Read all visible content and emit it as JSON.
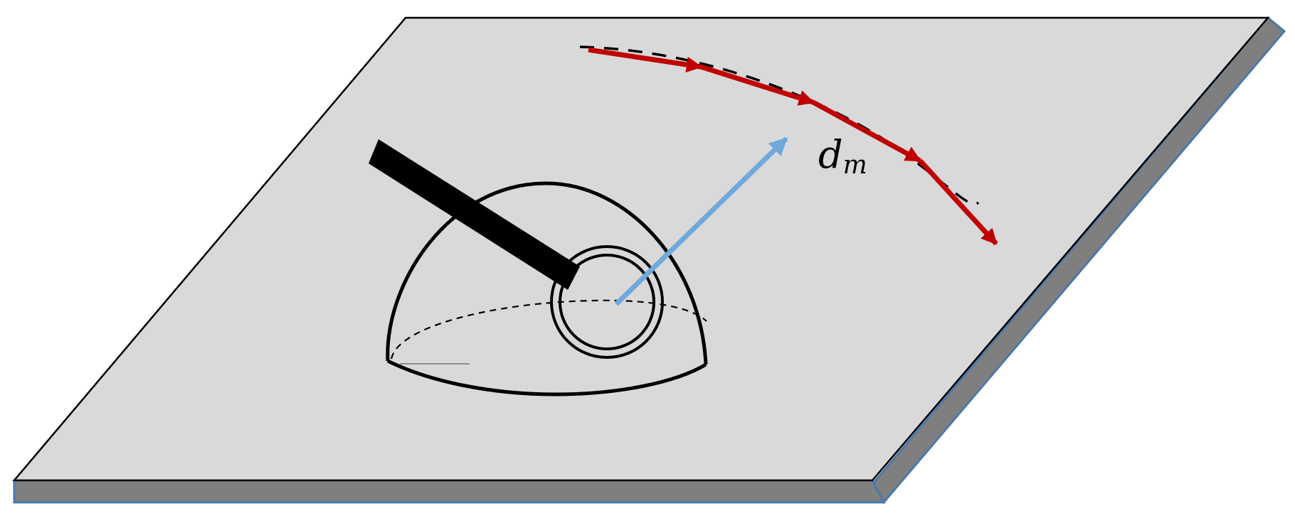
{
  "labels": {
    "arc_label": "d",
    "arc_label_subscript": "m"
  },
  "colors": {
    "plate_top": "#d9d9d9",
    "plate_edge": "#7f7f7f",
    "plate_edge_outline": "#4a79aa",
    "outline": "#000000",
    "path_arrows": "#c00000",
    "vector_arrow": "#6fa8dc"
  },
  "components": [
    "tilted-plate",
    "hemisphere-dome",
    "black-rod",
    "double-ring",
    "blue-arrow",
    "dashed-arc",
    "red-arrow-chain"
  ]
}
